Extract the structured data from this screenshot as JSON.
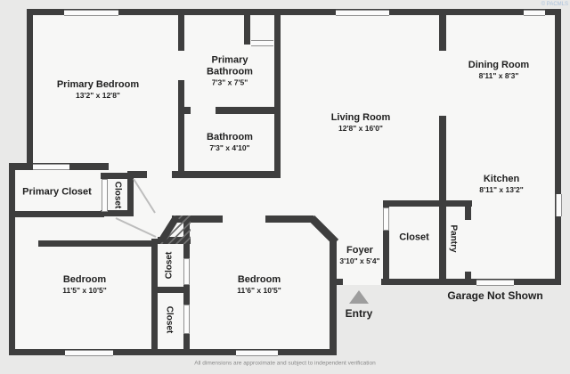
{
  "watermark": "© PACMLS",
  "rooms": {
    "primary_bedroom": {
      "name": "Primary Bedroom",
      "dims": "13'2\" x 12'8\""
    },
    "primary_bathroom": {
      "name": "Primary Bathroom",
      "dims": "7'3\" x 7'5\""
    },
    "bathroom": {
      "name": "Bathroom",
      "dims": "7'3\" x 4'10\""
    },
    "living_room": {
      "name": "Living Room",
      "dims": "12'8\" x 16'0\""
    },
    "dining_room": {
      "name": "Dining Room",
      "dims": "8'11\" x 8'3\""
    },
    "kitchen": {
      "name": "Kitchen",
      "dims": "8'11\" x 13'2\""
    },
    "foyer": {
      "name": "Foyer",
      "dims": "3'10\" x 5'4\""
    },
    "bedroom_left": {
      "name": "Bedroom",
      "dims": "11'5\" x 10'5\""
    },
    "bedroom_center": {
      "name": "Bedroom",
      "dims": "11'6\" x 10'5\""
    },
    "primary_closet": {
      "name": "Primary Closet"
    },
    "foyer_closet": {
      "name": "Closet"
    },
    "hall_closet": {
      "name": "Closet"
    },
    "bedroom_closet_upper": {
      "name": "Closet"
    },
    "bedroom_closet_lower": {
      "name": "Closet"
    },
    "pantry": {
      "name": "Pantry"
    }
  },
  "labels": {
    "entry": "Entry",
    "garage_note": "Garage Not Shown"
  },
  "footer": {
    "disclaimer": "All dimensions are approximate and subject to independent verification"
  },
  "colors": {
    "wall": "#3e3e3e",
    "floor": "#f7f7f6",
    "background": "#e9e9e8",
    "label_text": "#1f1f1f",
    "entry_arrow": "#9d9d9d",
    "watermark": "#a9c0dc",
    "disclaimer_text": "#8a8a8a"
  }
}
